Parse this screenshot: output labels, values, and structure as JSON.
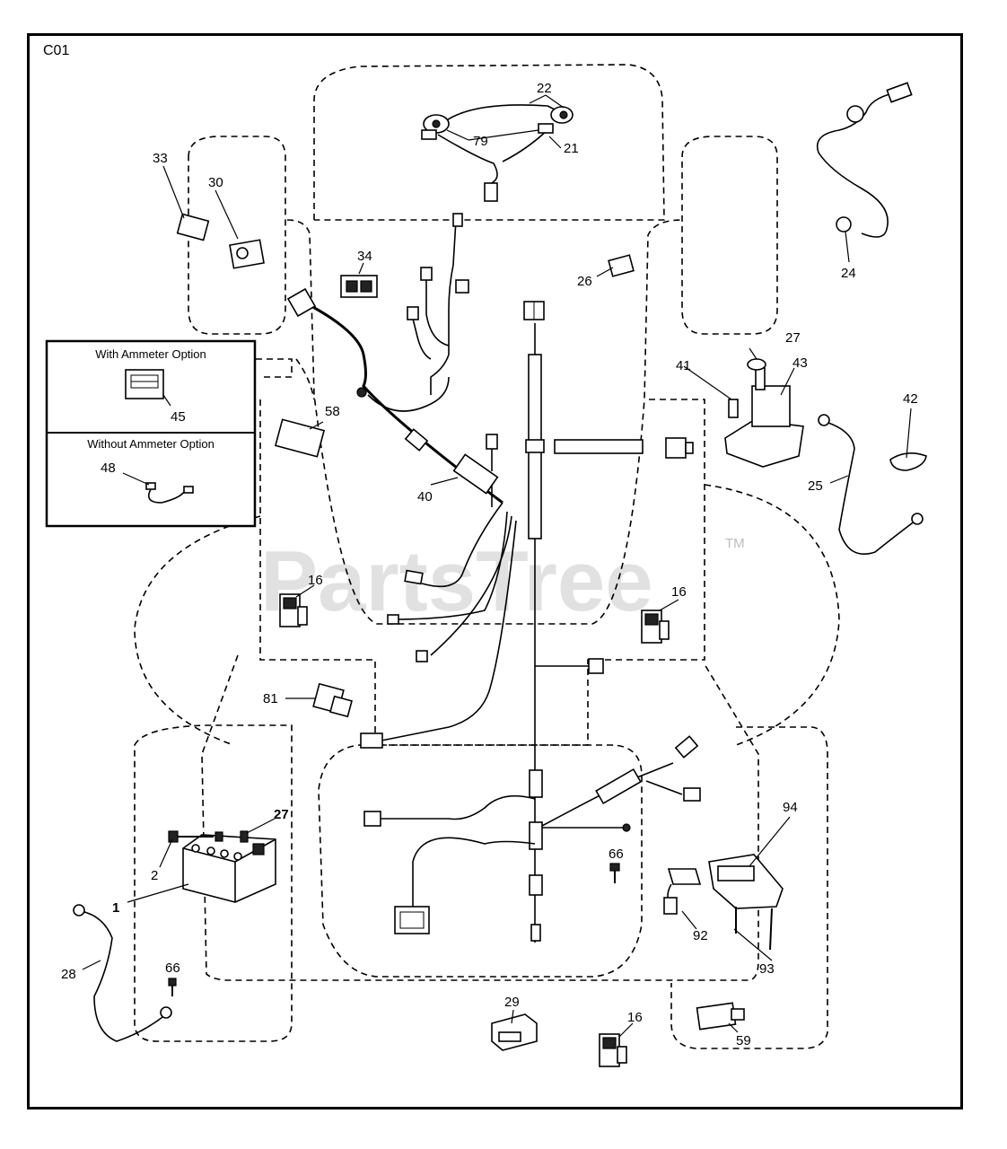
{
  "diagram": {
    "code": "C01",
    "watermark": "PartsTree",
    "trademark": "TM",
    "options": {
      "with_ammeter": "With Ammeter Option",
      "without_ammeter": "Without Ammeter Option"
    },
    "callouts": {
      "c22": "22",
      "c79": "79",
      "c21": "21",
      "c33": "33",
      "c30": "30",
      "c34": "34",
      "c26": "26",
      "c24": "24",
      "c27a": "27",
      "c41": "41",
      "c43": "43",
      "c42": "42",
      "c25": "25",
      "c45": "45",
      "c58": "58",
      "c40": "40",
      "c48": "48",
      "c16a": "16",
      "c16b": "16",
      "c81": "81",
      "c27b": "27",
      "c2": "2",
      "c1": "1",
      "c28": "28",
      "c66a": "66",
      "c66b": "66",
      "c94": "94",
      "c92": "92",
      "c93": "93",
      "c29": "29",
      "c16c": "16",
      "c59": "59"
    }
  }
}
